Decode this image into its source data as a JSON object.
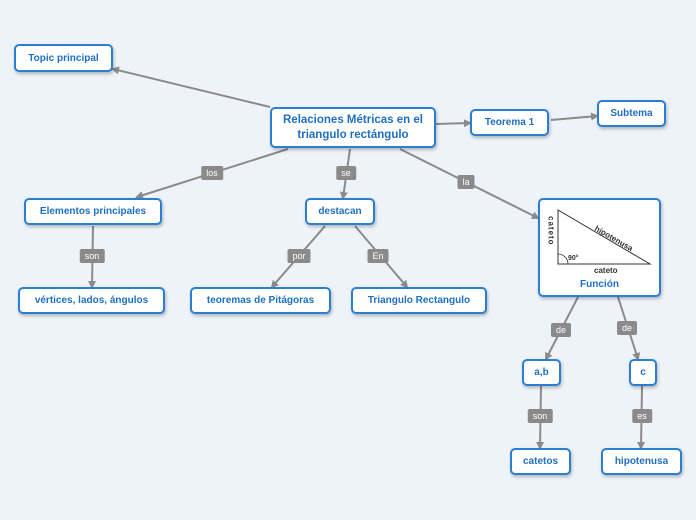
{
  "nodes": {
    "main": "Relaciones Métricas en el triangulo rectángulo",
    "topic_principal": "Topic principal",
    "teorema1": "Teorema 1",
    "subtema": "Subtema",
    "elementos": "Elementos principales",
    "destacan": "destacan",
    "funcion": "Función",
    "vertices": "vértices, lados, ángulos",
    "teoremas": "teoremas de Pitágoras",
    "triangulo": "Triangulo Rectangulo",
    "ab": "a,b",
    "c": "c",
    "catetos": "catetos",
    "hipotenusa": "hipotenusa"
  },
  "labels": {
    "los": "los",
    "se": "se",
    "la": "la",
    "son1": "son",
    "por": "por",
    "en": "En",
    "de1": "de",
    "de2": "de",
    "son2": "son",
    "es": "es"
  },
  "triangle_image": {
    "side_vertical": "cateto",
    "side_horizontal": "cateto",
    "hypotenuse": "hipotenusa",
    "angle": "90°"
  },
  "colors": {
    "node_border": "#2b7fd1",
    "node_text": "#1f6fc3",
    "edge": "#8a8a8a",
    "label_bg": "#8a8a8a",
    "background": "#eef3f9"
  }
}
